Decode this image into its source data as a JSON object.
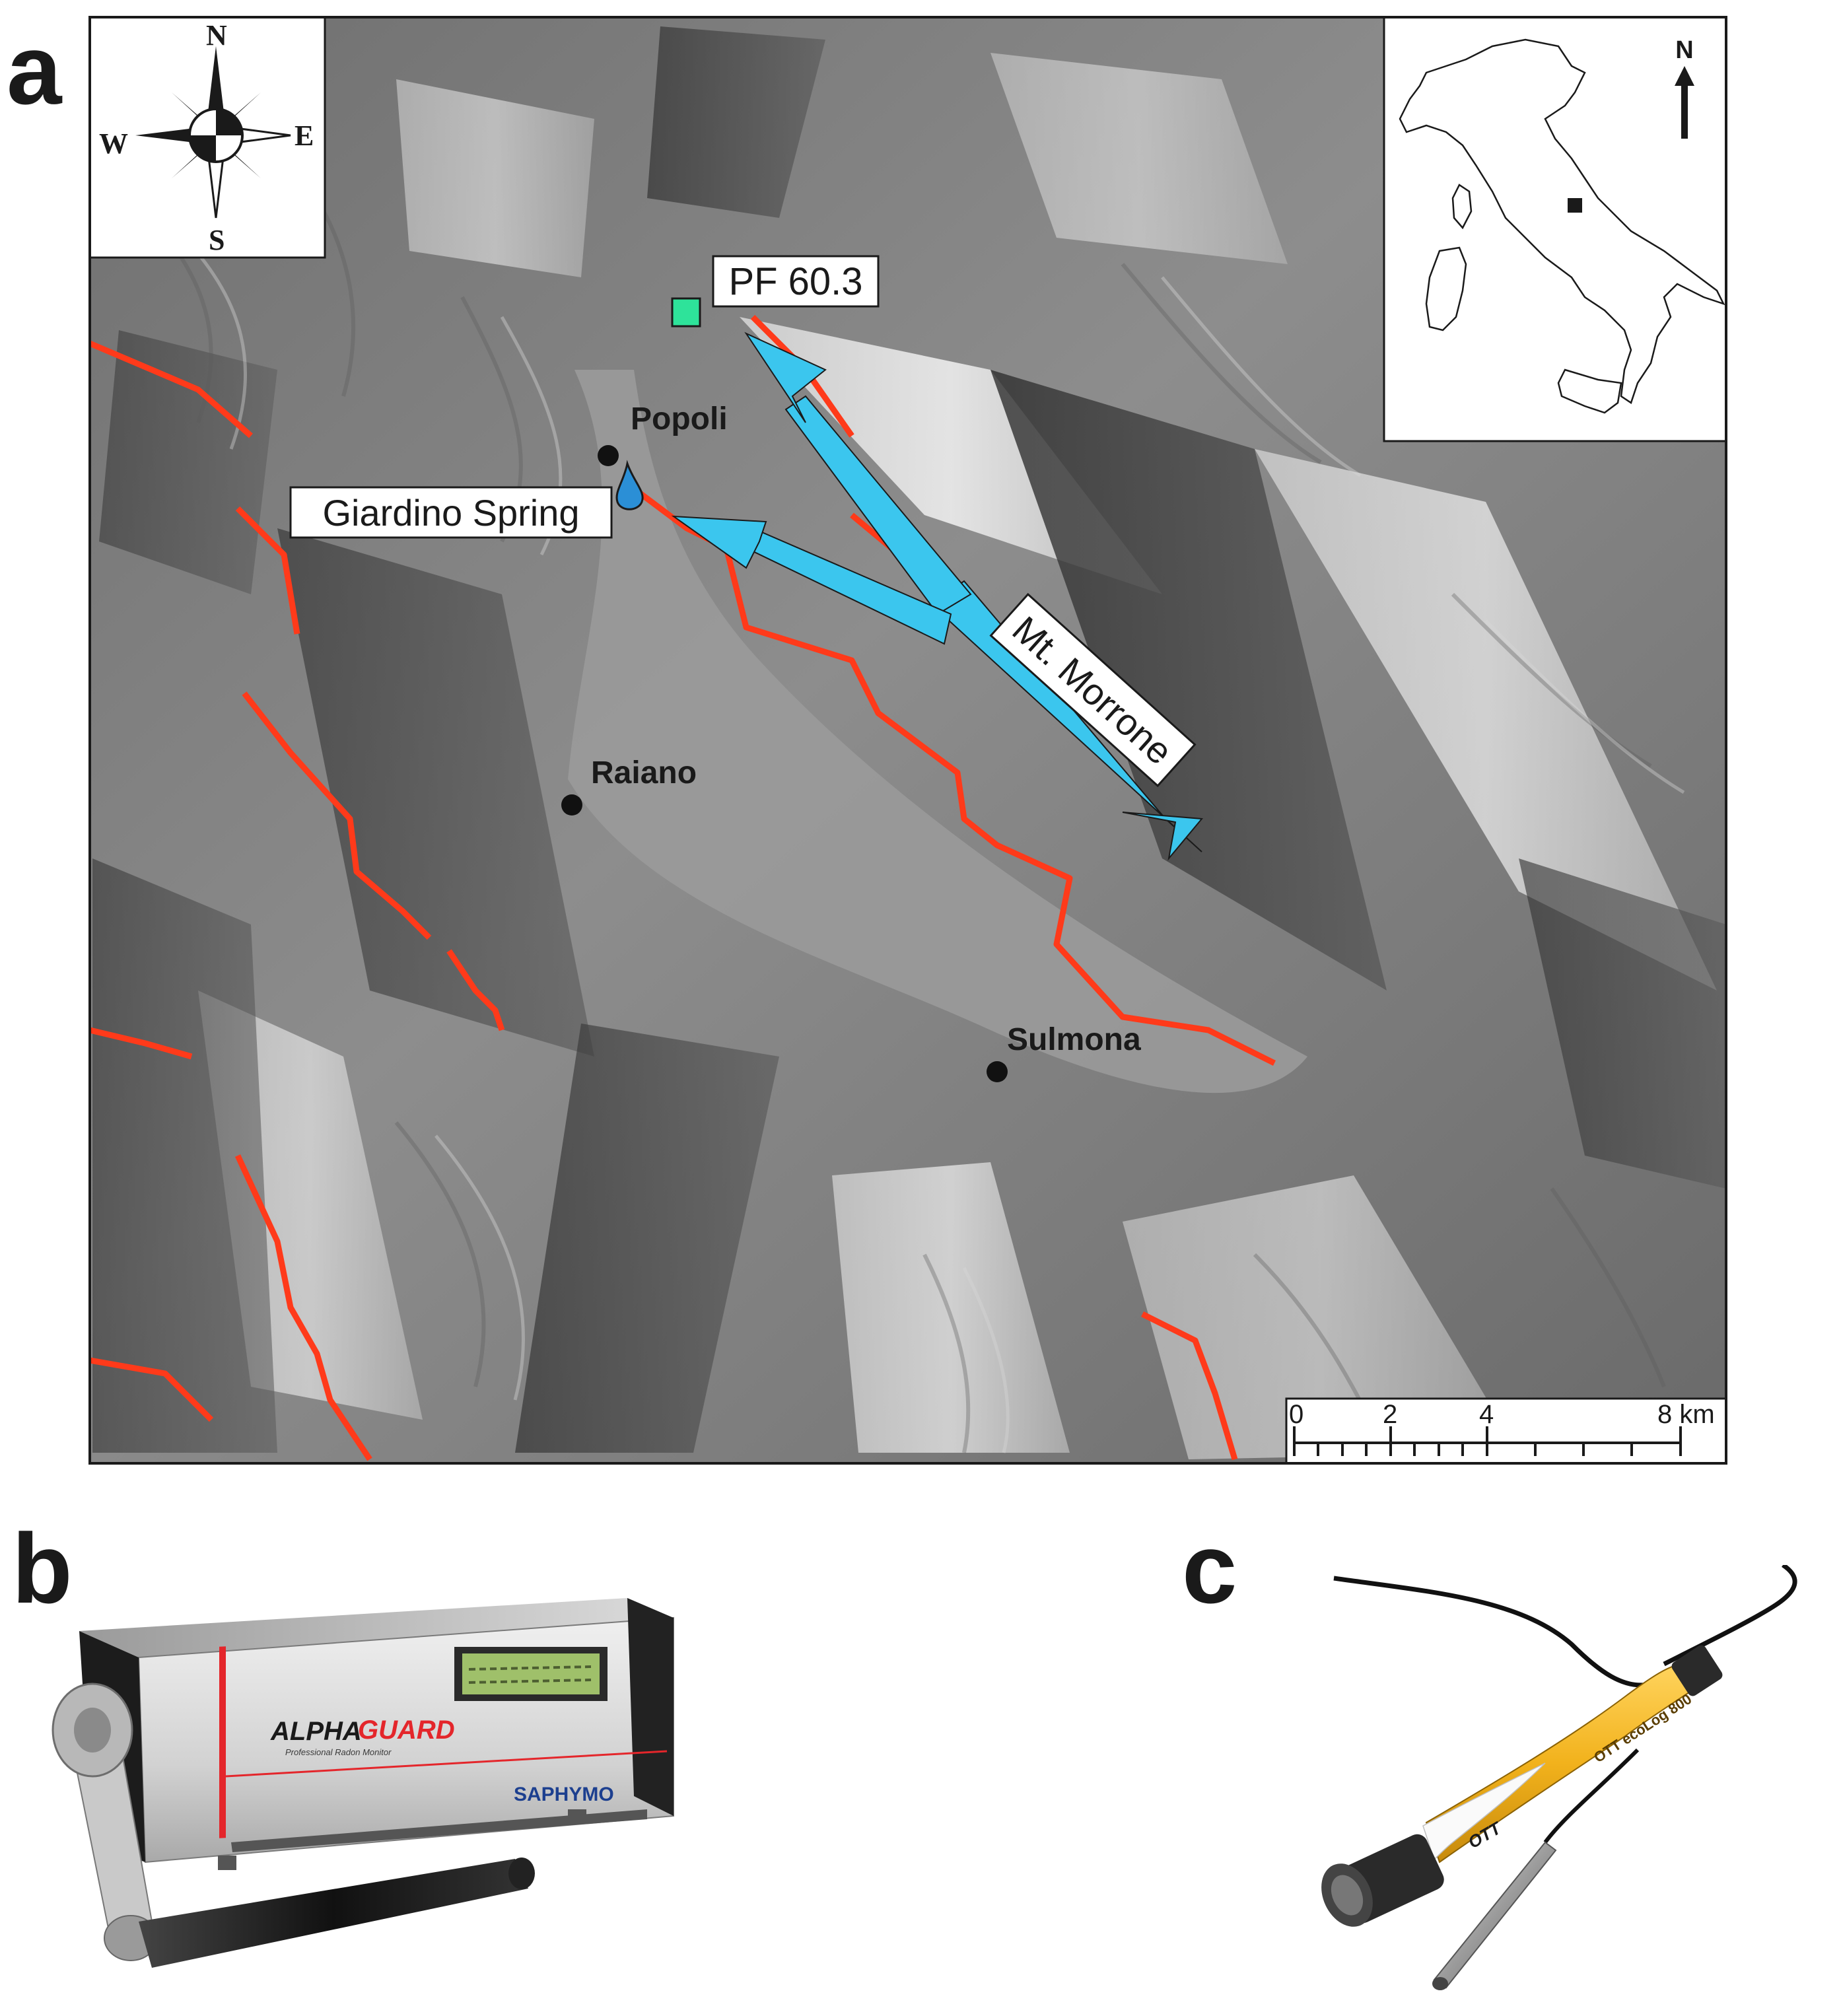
{
  "panels": {
    "a": "a",
    "b": "b",
    "c": "c"
  },
  "compass": {
    "n": "N",
    "s": "S",
    "e": "E",
    "w": "W"
  },
  "inset": {
    "north_label": "N"
  },
  "labels": {
    "pf": "PF 60.3",
    "spring": "Giardino Spring",
    "popoli": "Popoli",
    "raiano": "Raiano",
    "sulmona": "Sulmona",
    "morrone": "Mt. Morrone"
  },
  "scale_bar": {
    "ticks": [
      "0",
      "2",
      "4",
      "8 km"
    ]
  },
  "device_b": {
    "brand_alpha": "ALPHA",
    "brand_guard": "GUARD",
    "subtitle": "Professional Radon Monitor",
    "maker": "SAPHYMO"
  },
  "device_c": {
    "brand": "OTT",
    "model": "OTT ecoLog 800"
  },
  "colors": {
    "fault": "#ff3a1a",
    "arrow": "#3bc6ee",
    "pf_marker": "#2ee39a",
    "spring_drop": "#2b8fd6",
    "terrain": "#8a8a8a",
    "ott_yellow": "#f2b21c",
    "alphaguard_red": "#e4262b"
  }
}
